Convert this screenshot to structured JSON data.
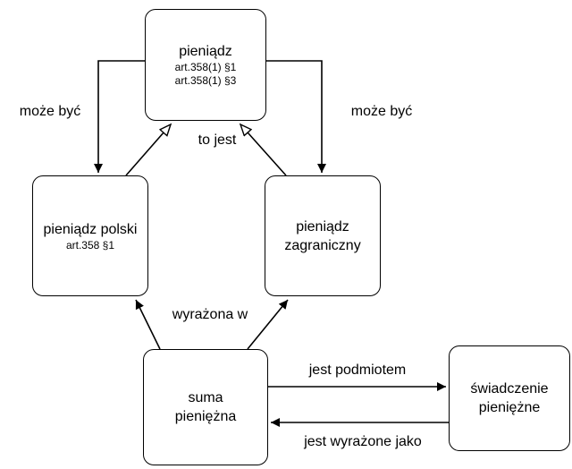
{
  "diagram": {
    "nodes": {
      "pieniadz": {
        "title": "pieniądz",
        "ref1": "art.358(1) §1",
        "ref2": "art.358(1) §3"
      },
      "pieniadz_polski": {
        "title": "pieniądz polski",
        "ref1": "art.358 §1"
      },
      "pieniadz_zagraniczny": {
        "title": "pieniądz zagraniczny"
      },
      "suma_pieniezna": {
        "title": "suma pieniężna"
      },
      "swiadczenie_pieniezne": {
        "title": "świadczenie pieniężne"
      }
    },
    "edges": {
      "moze_byc_left": "może być",
      "moze_byc_right": "może być",
      "to_jest": "to jest",
      "wyrazona_w": "wyrażona w",
      "jest_podmiotem": "jest podmiotem",
      "jest_wyrazone_jako": "jest wyrażone jako"
    },
    "colors": {
      "stroke": "#000000",
      "background": "#ffffff"
    }
  }
}
